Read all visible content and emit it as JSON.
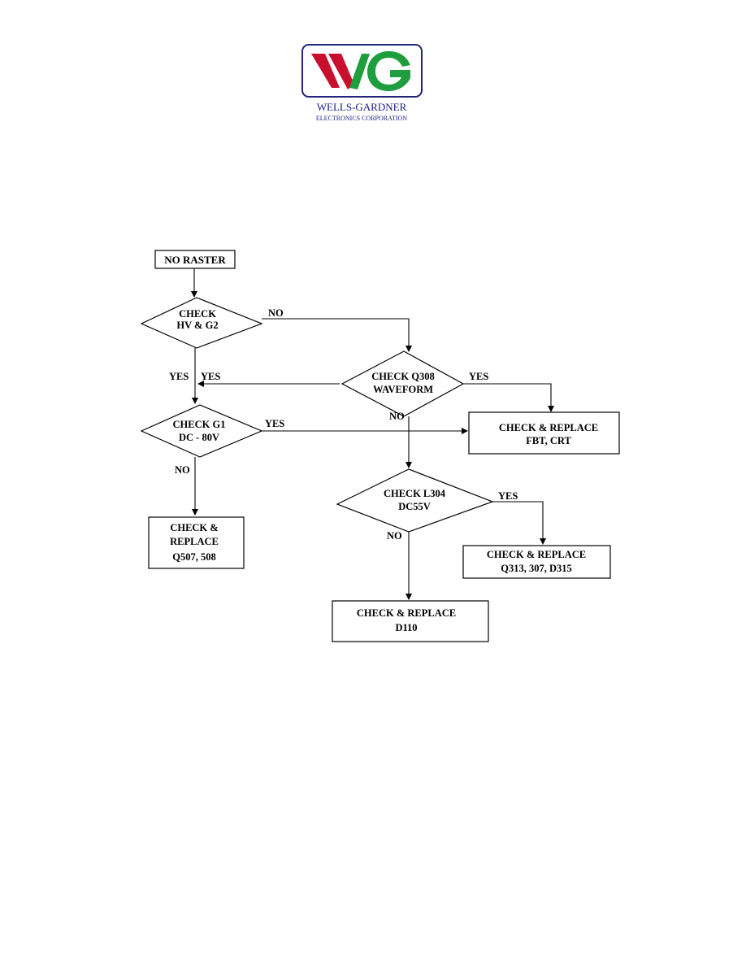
{
  "logo": {
    "company_name": "WELLS-GARDNER",
    "company_subtitle": "ELECTRONICS CORPORATION",
    "letters": "WG",
    "colors": {
      "red": "#c8102e",
      "green": "#1e9e3e",
      "blue": "#23237a",
      "frame": "#23237a"
    }
  },
  "flowchart": {
    "start": "NO RASTER",
    "check_hv_g2": [
      "CHECK",
      "HV & G2"
    ],
    "check_q308": [
      "CHECK Q308",
      "WAVEFORM"
    ],
    "check_g1": [
      "CHECK G1",
      "DC - 80V"
    ],
    "replace_fbt_crt": [
      "CHECK & REPLACE",
      "FBT, CRT"
    ],
    "replace_q507": [
      "CHECK &",
      "REPLACE",
      "Q507, 508"
    ],
    "check_l304": [
      "CHECK L304",
      "DC55V"
    ],
    "replace_q313": [
      "CHECK & REPLACE",
      "Q313, 307, D315"
    ],
    "replace_d110": [
      "CHECK & REPLACE",
      "D110"
    ],
    "edge_labels": {
      "hv_no": "NO",
      "hv_yes": "YES",
      "q308_yes_left": "YES",
      "q308_yes_right": "YES",
      "q308_no": "NO",
      "g1_yes": "YES",
      "g1_no": "NO",
      "l304_yes": "YES",
      "l304_no": "NO"
    }
  }
}
